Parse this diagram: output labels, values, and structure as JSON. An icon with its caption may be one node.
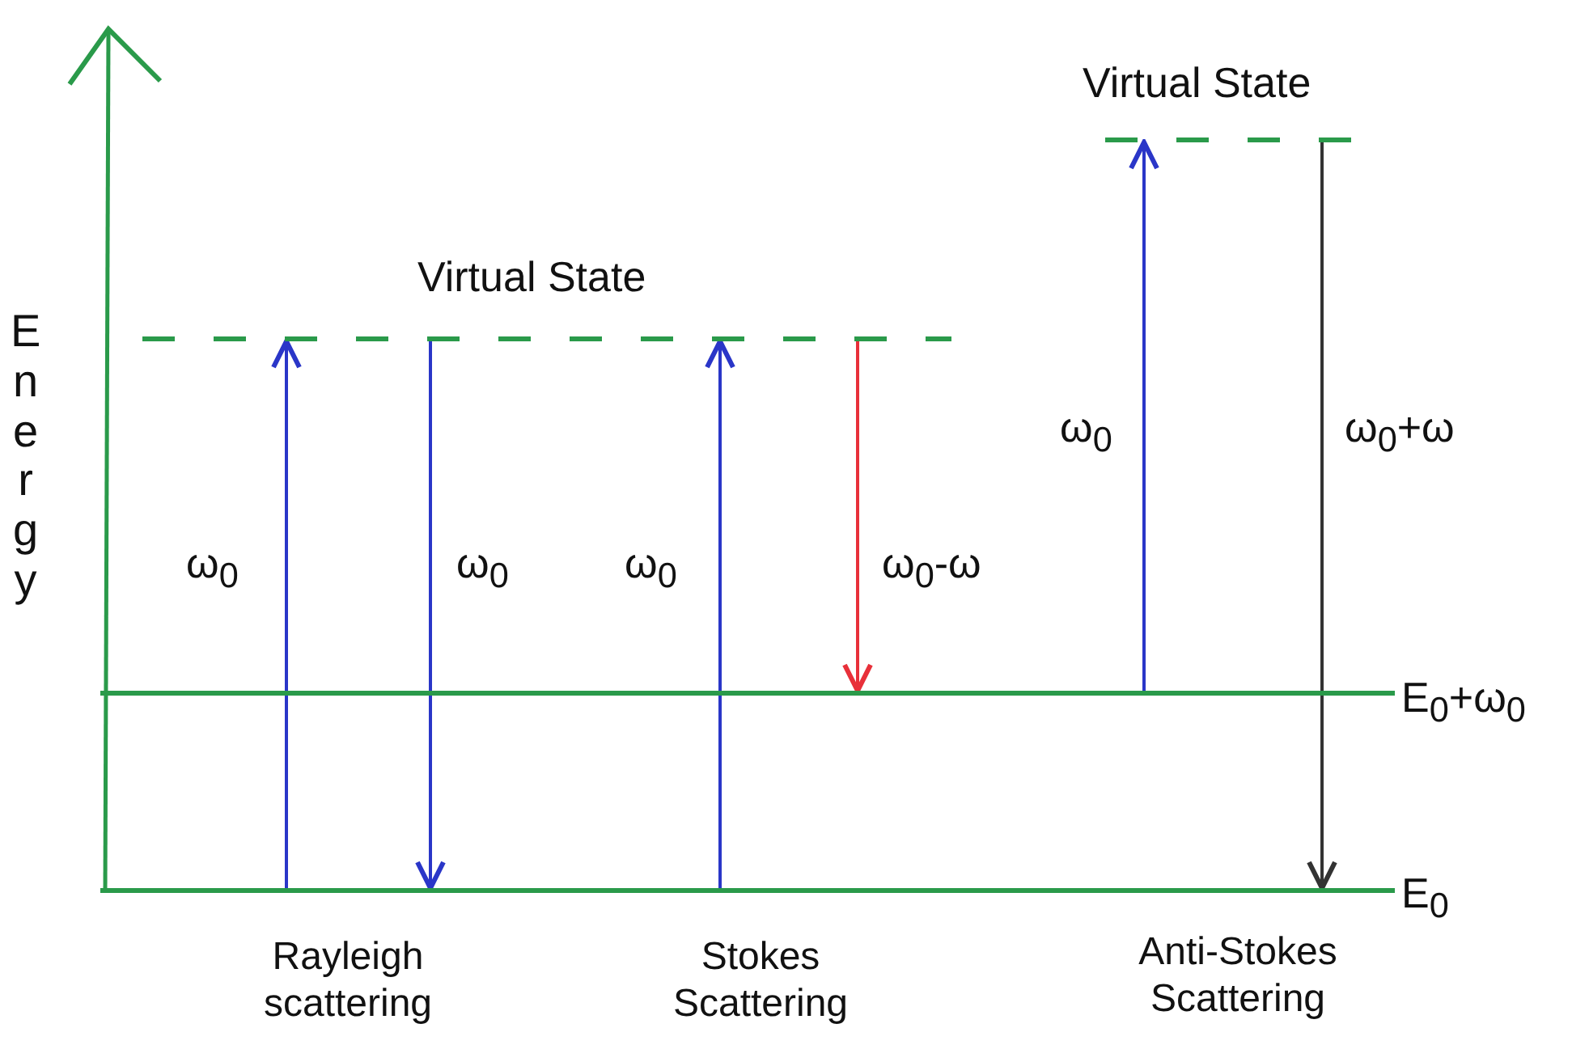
{
  "diagram": {
    "nodes": [
      {
        "text": [],
        "shape": "bar",
        "beside": [
          "Virtual State"
        ]
      },
      {
        "text": [],
        "shape": "bar",
        "beside": [
          "Virtual State"
        ]
      },
      {
        "text": [],
        "shape": "bar",
        "beside": [
          "E$_{0}$+ω$_{0}$"
        ]
      },
      {
        "text": [],
        "shape": "bar",
        "beside": [
          "E$_{0}$"
        ]
      }
    ],
    "edges": [
      {
        "from": 3,
        "to": 0,
        "arrow": "to",
        "label": "ω$_{0}$"
      },
      {
        "from": 0,
        "to": 3,
        "arrow": "to",
        "label": "ω$_{0}$"
      },
      {
        "from": 3,
        "to": 0,
        "arrow": "to",
        "label": "ω$_{0}$"
      },
      {
        "from": 0,
        "to": 2,
        "arrow": "to",
        "label": "ω$_{0}$-ω",
        "color": "#e8303a"
      },
      {
        "from": 2,
        "to": 1,
        "arrow": "to",
        "label": "ω$_{0}$"
      },
      {
        "from": 1,
        "to": 3,
        "arrow": "to",
        "label": "ω$_{0}$+ω",
        "color": "#333333"
      }
    ],
    "labels": [
      "Energy",
      "Rayleigh scattering",
      "Stokes Scattering",
      "Anti-Stokes Scattering"
    ]
  }
}
